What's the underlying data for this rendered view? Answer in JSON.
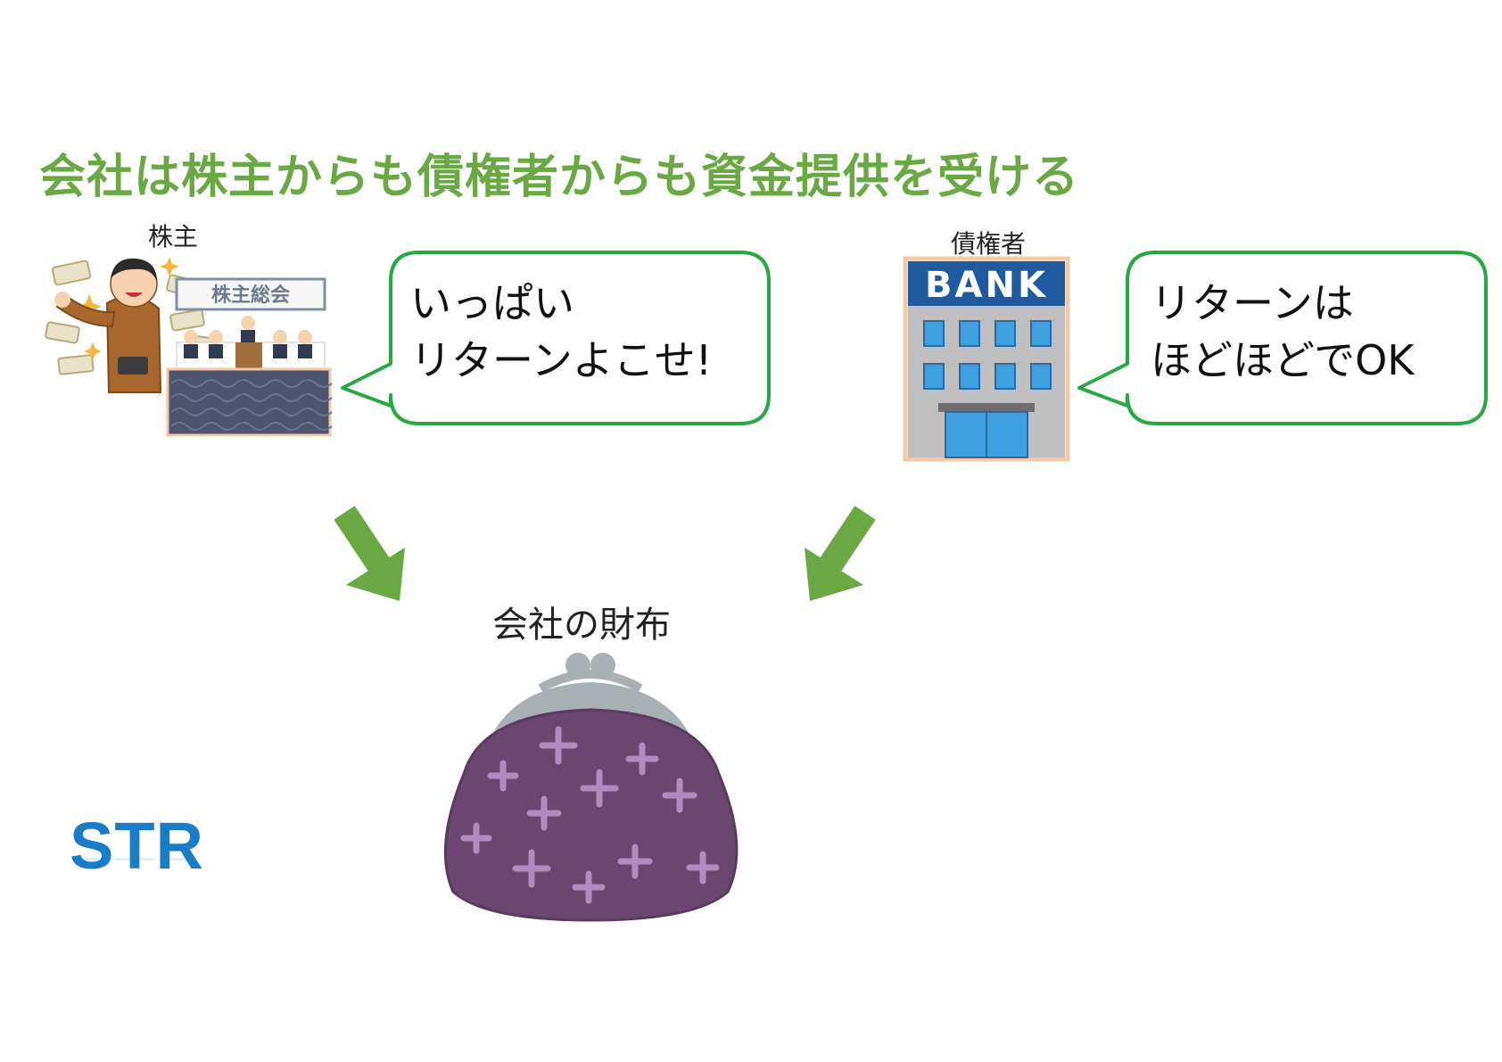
{
  "headline": "会社は株主からも債権者からも資金提供を受ける",
  "shareholder": {
    "label": "株主",
    "meeting_sign": "株主総会",
    "speech": [
      "いっぱい",
      "リターンよこせ!"
    ]
  },
  "creditor": {
    "label": "債権者",
    "bank_sign": "BANK",
    "speech": [
      "リターンは",
      "ほどほどでOK"
    ]
  },
  "wallet": {
    "label": "会社の財布"
  },
  "logo": "STR",
  "colors": {
    "headline": "#6aa843",
    "bubble_border": "#27a845",
    "arrow": "#6aa843",
    "wallet_body": "#6b4670",
    "wallet_frame": "#a9b0b4",
    "bank_sign": "#1f5a9e",
    "logo": "#1a7bc6"
  }
}
